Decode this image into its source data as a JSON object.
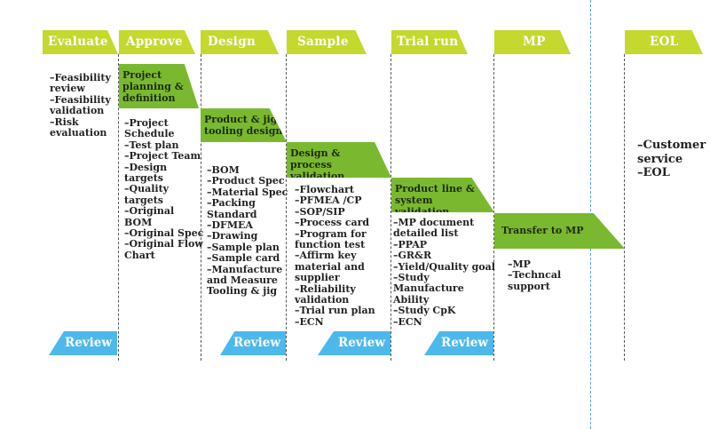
{
  "phases": [
    "Evaluate",
    "Approve",
    "Design",
    "Sample",
    "Trial run",
    "MP",
    "EOL"
  ],
  "steps": [
    "Project planning & definition",
    "Product & jig/ tooling design",
    "Design & process validation",
    "Product line & system validation",
    "Transfer to MP"
  ],
  "review_label": "Review",
  "lists": {
    "evaluate": [
      "–Feasibility",
      "review",
      "–Feasibility",
      "validation",
      "–Risk",
      "evaluation"
    ],
    "approve": [
      "–Project",
      "Schedule",
      "–Test plan",
      "–Project Team",
      "–Design",
      "targets",
      "–Quality",
      "targets",
      "–Original",
      "BOM",
      "–Original Spec",
      "–Original Flow",
      "Chart"
    ],
    "design": [
      "–BOM",
      "–Product Spec",
      "–Material Spec",
      "–Packing",
      "Standard",
      "–DFMEA",
      "–Drawing",
      "–Sample plan",
      "–Sample card",
      "–Manufacture",
      "and Measure",
      "Tooling & jig"
    ],
    "sample": [
      "–Flowchart",
      "–PFMEA /CP",
      "–SOP/SIP",
      "–Process card",
      "–Program for",
      "function test",
      "–Affirm key",
      "material and",
      "supplier",
      "–Reliability",
      "validation",
      "–Trial run plan",
      "–ECN"
    ],
    "trial": [
      "–MP document",
      "detailed list",
      "–PPAP",
      "–GR&R",
      "–Yield/Quality goal",
      "–Study",
      "Manufacture",
      "Ability",
      "–Study CpK",
      "–ECN"
    ],
    "mp": [
      "–MP",
      "–Techncal",
      "support"
    ],
    "eol": [
      "–Customer",
      "service",
      "–EOL"
    ]
  },
  "colors": {
    "phase": "#c5d82e",
    "step": "#7ab92f",
    "review": "#4db8ea"
  }
}
